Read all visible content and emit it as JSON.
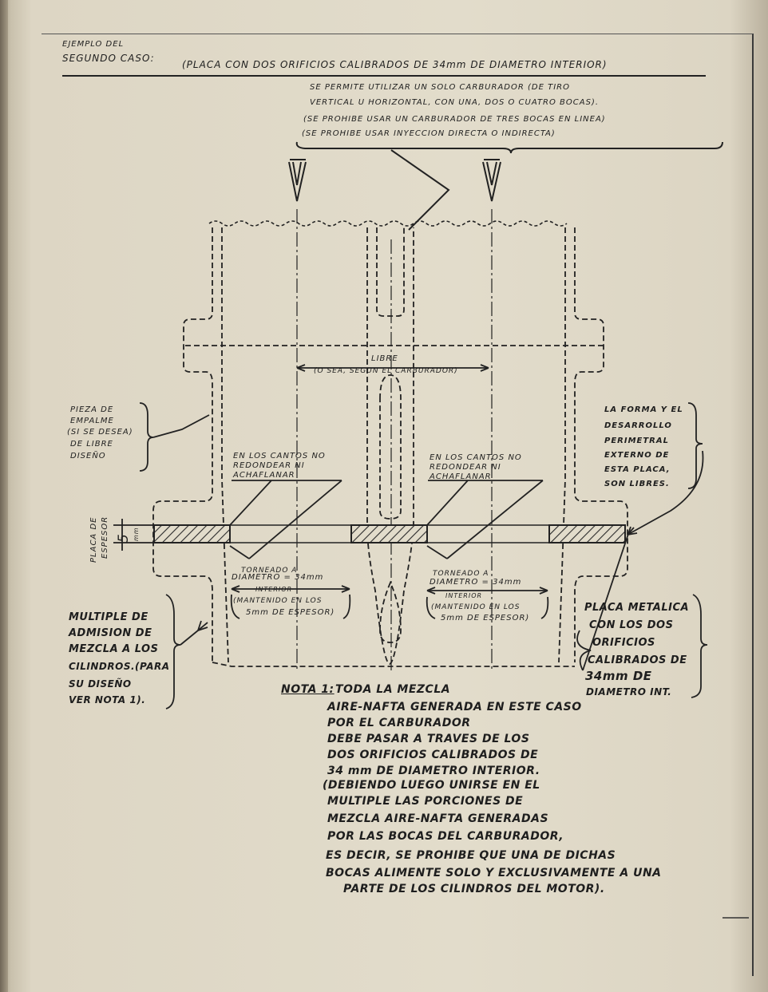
{
  "header": {
    "line1": "EJEMPLO DEL",
    "line2": "SEGUNDO CASO:",
    "title": "(PLACA CON DOS ORIFICIOS CALIBRADOS DE 34mm DE DIAMETRO INTERIOR)"
  },
  "carb_note": {
    "line1": "SE PERMITE UTILIZAR UN SOLO CARBURADOR (DE TIRO",
    "line2": "VERTICAL U HORIZONTAL, CON UNA, DOS O CUATRO BOCAS).",
    "line3": "(SE PROHIBE USAR UN CARBURADOR DE TRES BOCAS EN LINEA)",
    "line4": "(SE PROHIBE USAR INYECCION DIRECTA O INDIRECTA)"
  },
  "libre": {
    "word": "LIBRE",
    "sub": "(O SEA, SEGUN EL CARBURADOR)"
  },
  "pieza": {
    "line1": "PIEZA DE",
    "line2": "EMPALME",
    "line3": "(SI SE DESEA)",
    "line4": "DE LIBRE",
    "line5": "DISEÑO"
  },
  "forma": {
    "line1": "LA FORMA Y EL",
    "line2": "DESARROLLO",
    "line3": "PERIMETRAL",
    "line4": "EXTERNO DE",
    "line5": "ESTA PLACA,",
    "line6": "SON LIBRES."
  },
  "cantos_left": {
    "line1": "EN LOS CANTOS NO",
    "line2": "REDONDEAR NI",
    "line3": "ACHAFLANAR"
  },
  "cantos_right": {
    "line1": "EN LOS CANTOS NO",
    "line2": "REDONDEAR NI",
    "line3": "ACHAFLANAR"
  },
  "espesor": {
    "line1": "PLACA DE",
    "line2": "ESPESOR",
    "value": "5",
    "unit": "mm"
  },
  "torneado_left": {
    "line1": "TORNEADO A",
    "line2": "DIAMETRO = 34mm",
    "line3": "INTERIOR",
    "line4": "(MANTENIDO EN LOS",
    "line5": "5mm DE ESPESOR)"
  },
  "torneado_right": {
    "line1": "TORNEADO A",
    "line2": "DIAMETRO = 34mm",
    "line3": "INTERIOR",
    "line4": "(MANTENIDO EN LOS",
    "line5": "5mm DE ESPESOR)"
  },
  "multiple": {
    "line1": "MULTIPLE DE",
    "line2": "ADMISION DE",
    "line3": "MEZCLA A LOS",
    "line4": "CILINDROS.(PARA",
    "line5": "SU DISEÑO",
    "line6": "VER NOTA 1)."
  },
  "placa": {
    "line1": "PLACA METALICA",
    "line2": "CON LOS DOS",
    "line3": "ORIFICIOS",
    "line4": "CALIBRADOS DE",
    "line5": "34mm DE",
    "line6": "DIAMETRO INT."
  },
  "nota": {
    "label": "NOTA 1:",
    "line1": "TODA LA MEZCLA",
    "line2": "AIRE-NAFTA GENERADA EN ESTE CASO",
    "line3": "POR EL CARBURADOR",
    "line4": "DEBE PASAR A TRAVES DE LOS",
    "line5": "DOS ORIFICIOS CALIBRADOS DE",
    "line6": "34 mm DE DIAMETRO INTERIOR.",
    "line7": "(DEBIENDO LUEGO UNIRSE EN EL",
    "line8": "MULTIPLE LAS PORCIONES DE",
    "line9": "MEZCLA AIRE-NAFTA GENERADAS",
    "line10": "POR LAS BOCAS DEL CARBURADOR,",
    "line11": "ES DECIR, SE PROHIBE QUE UNA DE DICHAS",
    "line12": "BOCAS ALIMENTE SOLO Y EXCLUSIVAMENTE A UNA",
    "line13": "PARTE DE LOS CILINDROS DEL MOTOR)."
  },
  "colors": {
    "paper": "#e2dccb",
    "ink": "#1e1e1e",
    "hatch": "#2a2a2a"
  }
}
